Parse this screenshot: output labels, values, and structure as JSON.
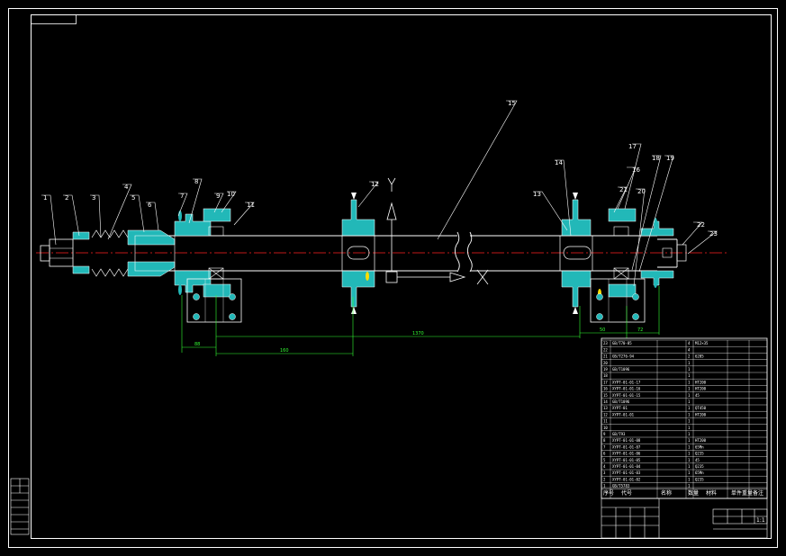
{
  "colors": {
    "background": "#000000",
    "frame": "#ffffff",
    "part_fill": "#22b8b8",
    "centerline": "#ff2020",
    "dimension": "#33ff33",
    "arrow": "#ffffff"
  },
  "icons": [
    "x-axis-arrow-icon",
    "y-axis-arrow-icon",
    "cross-mark-icon"
  ],
  "axis": {
    "y_label": "Y"
  },
  "balloons": [
    "1",
    "2",
    "3",
    "4",
    "5",
    "6",
    "7",
    "8",
    "9",
    "10",
    "11",
    "12",
    "13",
    "14",
    "15",
    "16",
    "17",
    "18",
    "19",
    "20",
    "21",
    "22",
    "23"
  ],
  "dimensions": {
    "d1": "88",
    "d2": "160",
    "d3": "1370",
    "d4": "50",
    "d5": "72"
  },
  "bom": {
    "header": [
      "序号",
      "代号",
      "名称",
      "数量",
      "材料",
      "单件重量",
      "备注"
    ],
    "rows": [
      {
        "no": "23",
        "code": "GB/T70-85",
        "qty": "4",
        "mat": "M12×35"
      },
      {
        "no": "22",
        "code": "",
        "qty": "4",
        "mat": ""
      },
      {
        "no": "21",
        "code": "GB/T276-94",
        "qty": "2",
        "mat": "6205"
      },
      {
        "no": "20",
        "code": "",
        "qty": "1",
        "mat": ""
      },
      {
        "no": "19",
        "code": "GB/T1096",
        "qty": "1",
        "mat": ""
      },
      {
        "no": "18",
        "code": "",
        "qty": "1",
        "mat": ""
      },
      {
        "no": "17",
        "code": "XYPT-01-01-17",
        "qty": "1",
        "mat": "HT200"
      },
      {
        "no": "16",
        "code": "XYPT-01-01-16",
        "qty": "1",
        "mat": "HT200"
      },
      {
        "no": "15",
        "code": "XYPT-01-01-15",
        "qty": "1",
        "mat": "45"
      },
      {
        "no": "14",
        "code": "GB/T1096",
        "qty": "1",
        "mat": ""
      },
      {
        "no": "13",
        "code": "XYPT-01",
        "qty": "1",
        "mat": "QT450"
      },
      {
        "no": "12",
        "code": "XYPT-01-01",
        "qty": "1",
        "mat": "HT200"
      },
      {
        "no": "11",
        "code": "",
        "qty": "1",
        "mat": ""
      },
      {
        "no": "10",
        "code": "",
        "qty": "1",
        "mat": ""
      },
      {
        "no": "9",
        "code": "GB/T93",
        "qty": "1",
        "mat": ""
      },
      {
        "no": "8",
        "code": "XYPT-01-01-08",
        "qty": "1",
        "mat": "HT200"
      },
      {
        "no": "7",
        "code": "XYPT-01-01-07",
        "qty": "1",
        "mat": "65Mn"
      },
      {
        "no": "6",
        "code": "XYPT-01-01-06",
        "qty": "1",
        "mat": "Q235"
      },
      {
        "no": "5",
        "code": "XYPT-01-01-05",
        "qty": "1",
        "mat": "45"
      },
      {
        "no": "4",
        "code": "XYPT-01-01-04",
        "qty": "1",
        "mat": "Q235"
      },
      {
        "no": "3",
        "code": "XYPT-01-01-03",
        "qty": "1",
        "mat": "65Mn"
      },
      {
        "no": "2",
        "code": "XYPT-01-01-02",
        "qty": "1",
        "mat": "Q235"
      },
      {
        "no": "1",
        "code": "GB/T5783",
        "qty": "1",
        "mat": ""
      }
    ]
  },
  "title_block": {
    "scale": "1:1"
  }
}
